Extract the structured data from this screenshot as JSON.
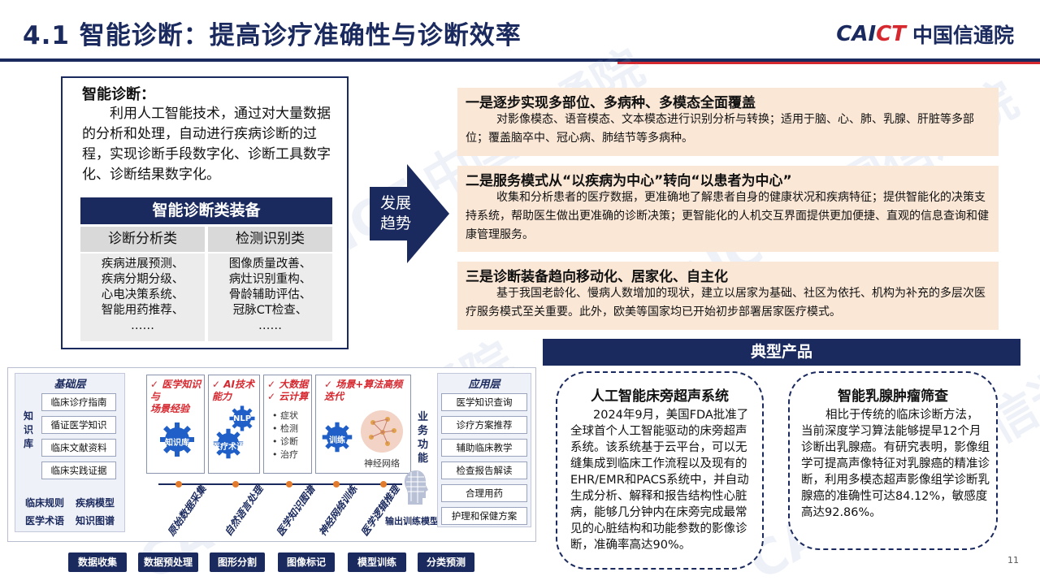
{
  "header": {
    "title": "4.1 智能诊断：提高诊疗准确性与诊断效率",
    "logo_latin_1": "CAI",
    "logo_latin_2": "CT",
    "logo_cn": "中国信通院"
  },
  "definition": {
    "title": "智能诊断：",
    "text": "利用人工智能技术，通过对大量数据的分析和处理，自动进行疾病诊断的过程，实现诊断手段数字化、诊断工具数字化、诊断结果数字化。",
    "equipment_title": "智能诊断类装备",
    "columns": [
      "诊断分析类",
      "检测识别类"
    ],
    "col1_items": [
      "疾病进展预测、",
      "疾病分期分级、",
      "心电决策系统、",
      "智能用药推荐、",
      "……"
    ],
    "col2_items": [
      "图像质量改善、",
      "病灶识别重构、",
      "骨龄辅助评估、",
      "冠脉CT检查、",
      "……"
    ]
  },
  "arrow_label": [
    "发展",
    "趋势"
  ],
  "trends": [
    {
      "heading": "一是逐步实现多部位、多病种、多模态全面覆盖",
      "text": "对影像模态、语音模态、文本模态进行识别分析与转换；适用于脑、心、肺、乳腺、肝脏等多部位；覆盖脑卒中、冠心病、肺结节等多病种。"
    },
    {
      "heading": "二是服务模式从“以疾病为中心”转向“以患者为中心”",
      "text": "收集和分析患者的医疗数据，更准确地了解患者自身的健康状况和疾病特征；提供智能化的决策支持系统，帮助医生做出更准确的诊断决策；更智能化的人机交互界面提供更加便捷、直观的信息查询和健康管理服务。"
    },
    {
      "heading": "三是诊断装备趋向移动化、居家化、自主化",
      "text": "基于我国老龄化、慢病人数增加的现状，建立以居家为基础、社区为依托、机构为补充的多层次医疗服务模式至关重要。此外，欧美等国家均已开始初步部署居家医疗模式。"
    }
  ],
  "products": {
    "header": "典型产品",
    "items": [
      {
        "title": "人工智能床旁超声系统",
        "text": "2024年9月，美国FDA批准了全球首个人工智能驱动的床旁超声系统。该系统基于云平台，可以无缝集成到临床工作流程以及现有的EHR/EMR和PACS系统中，并自动生成分析、解释和报告结构性心脏病，能够几分钟内在床旁完成最常见的心脏结构和功能参数的影像诊断，准确率高达90%。"
      },
      {
        "title": "智能乳腺肿瘤筛查",
        "text": "相比于传统的临床诊断方法，当前深度学习算法能够提早12个月诊断出乳腺癌。有研究表明，影像组学可提高声像特征对乳腺癌的精准诊断，利用多模态超声影像组学诊断乳腺癌的准确性可达84.12%，敏感度高达92.86%。"
      }
    ]
  },
  "diagram": {
    "base_layer_title": "基础层",
    "kb_label": [
      "知",
      "识",
      "库"
    ],
    "kb_items": [
      "临床诊疗指南",
      "循证医学知识",
      "临床文献资料",
      "临床实践证据"
    ],
    "base_extra": [
      "临床规则",
      "疾病模型",
      "医学术语",
      "知识图谱"
    ],
    "stage1_label": [
      "✓ 医学知识与",
      "场景经验"
    ],
    "stage1_gear": "知识库",
    "stage2_label": [
      "✓ AI技术",
      "能力"
    ],
    "stage2_gears": [
      "NLP",
      "医疗术语"
    ],
    "stage3_label": [
      "✓ 大数据",
      "✓ 云计算"
    ],
    "stage3_bullets": [
      "• 症状",
      "• 检测",
      "• 诊断",
      "• 治疗"
    ],
    "stage4_label": [
      "✓ 场景+算法高频",
      "迭代"
    ],
    "stage4_gear": "训练",
    "neural_label": "神经网络",
    "timeline_labels": [
      "原始数据采集",
      "自然语言处理",
      "医学知识图谱",
      "神经网络训练",
      "医学逻辑推理"
    ],
    "output_label": "输出训练模型",
    "business_label": [
      "业",
      "务",
      "功",
      "能"
    ],
    "app_layer_title": "应用层",
    "app_items": [
      "医学知识查询",
      "诊疗方案推荐",
      "辅助临床教学",
      "检查报告解读",
      "合理用药",
      "护理和保健方案"
    ]
  },
  "steps": [
    "数据收集",
    "数据预处理",
    "图形分割",
    "图像标记",
    "模型训练",
    "分类预测"
  ],
  "page_number": "11",
  "colors": {
    "navy": "#1b2a5e",
    "red": "#d6282f",
    "peach": "#fbe7d6",
    "orange": "#e27b2c"
  }
}
